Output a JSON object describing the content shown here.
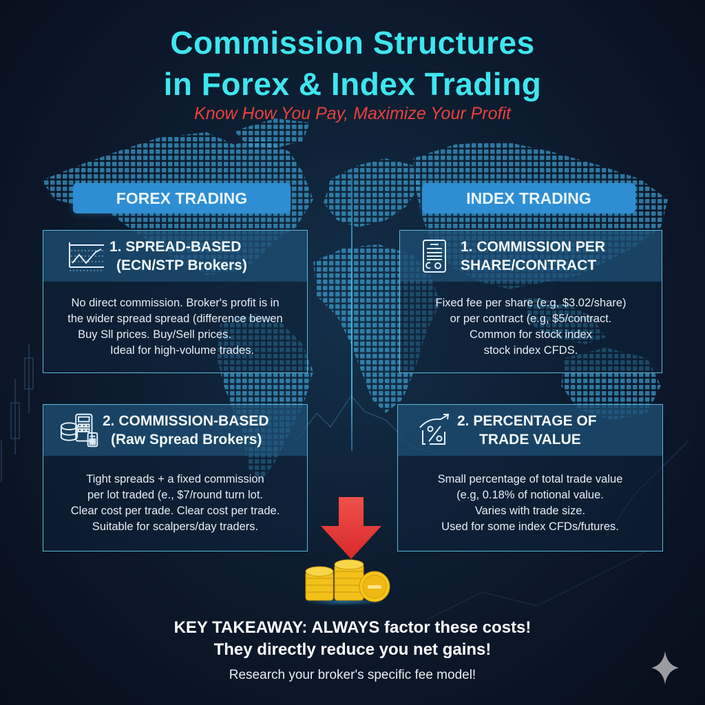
{
  "header": {
    "title_line1": "Commission Structures",
    "title_line2": "in Forex & Index Trading",
    "subtitle": "Know How You Pay, Maximize Your Profit"
  },
  "columns": {
    "forex": {
      "label": "FOREX TRADING",
      "cards": [
        {
          "icon": "line-chart-icon",
          "title_line1": "1. SPREAD-BASED",
          "title_line2": "(ECN/STP Brokers)",
          "body": [
            "No direct commission. Broker's profit is in",
            "the wider spread spread (difference bewen",
            "Buy Sll prices. Buy/Sell prices.",
            "Ideal for high-volume trades."
          ]
        },
        {
          "icon": "coins-calculator-icon",
          "title_line1": "2. COMMISSION-BASED",
          "title_line2": "(Raw Spread Brokers)",
          "body": [
            "Tight spreads + a fixed commission",
            "per lot traded (e., $7/round turn lot.",
            "Clear cost per trade. Clear cost per trade.",
            "Suitable for scalpers/day traders."
          ]
        }
      ]
    },
    "index": {
      "label": "INDEX TRADING",
      "cards": [
        {
          "icon": "contract-document-icon",
          "title_line1": "1. COMMISSION PER",
          "title_line2": "SHARE/CONTRACT",
          "body": [
            "Fixed fee per share (e.g, $3.02/share)",
            "or per contract (e.g, $5/contract.",
            "Common for stock index",
            "stock index CFDS."
          ]
        },
        {
          "icon": "percentage-growth-icon",
          "title_line1": "2. PERCENTAGE OF",
          "title_line2": "TRADE VALUE",
          "body": [
            "Small percentage of total trade value",
            "(e.g, 0.18% of notional value.",
            "Varies with trade size.",
            "Used for some index CFDs/futures."
          ]
        }
      ]
    }
  },
  "footer": {
    "takeaway_line1": "KEY TAKEAWAY: ALWAYS factor these costs!",
    "takeaway_line2": "They directly reduce you net gains!",
    "research": "Research your broker's specific fee model!"
  },
  "colors": {
    "title": "#3ee6ee",
    "subtitle": "#e8423e",
    "header_pill": "#2f8ed3",
    "card_border": "#5cb8dc",
    "arrow": "#e63a3a",
    "coin": "#f2c21a",
    "background": "#0d1d30"
  }
}
